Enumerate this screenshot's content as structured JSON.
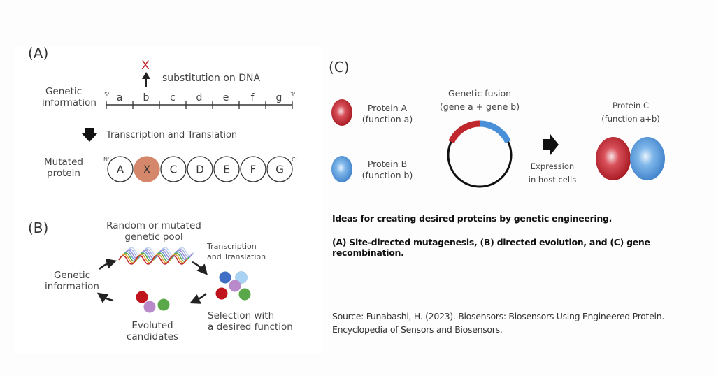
{
  "panel_a": {
    "label": "(A)",
    "mutation_mark": "X",
    "substitution_text": "substitution on DNA",
    "genetic_info_label": [
      "Genetic",
      "information"
    ],
    "five_prime": "5'",
    "three_prime": "3'",
    "genes": [
      "a",
      "b",
      "c",
      "d",
      "e",
      "f",
      "g"
    ],
    "transcription_text": "Transcription and Translation",
    "mutated_protein_label": [
      "Mutated",
      "protein"
    ],
    "n_term": "N'",
    "c_term": "C'",
    "residues": [
      "A",
      "X",
      "C",
      "D",
      "E",
      "F",
      "G"
    ],
    "mutated_index": 1,
    "mutated_color": "#d4876a"
  },
  "panel_b": {
    "label": "(B)",
    "pool_label": [
      "Random or mutated",
      "genetic pool"
    ],
    "transcription_label": [
      "Transcription",
      "and Translation"
    ],
    "genetic_info_label": [
      "Genetic",
      "information"
    ],
    "selection_label": [
      "Selection with",
      "a desired function"
    ],
    "evoluted_label": [
      "Evoluted",
      "candidates"
    ]
  },
  "panel_c": {
    "label": "(C)",
    "protein_a": [
      "Protein A",
      "(function a)"
    ],
    "protein_b": [
      "Protein B",
      "(function b)"
    ],
    "fusion_label": [
      "Genetic fusion",
      "(gene a + gene b)"
    ],
    "expression_label": [
      "Expression",
      "in host cells"
    ],
    "protein_c": [
      "Protein C",
      "(function a+b)"
    ],
    "red": "#c0272d",
    "blue": "#4a90d9"
  },
  "caption": {
    "title": "Ideas for creating desired proteins by genetic engineering.",
    "detail": "(A) Site-directed mutagenesis, (B) directed evolution, and (C) gene recombination."
  },
  "source": {
    "line1": "Source: Funabashi, H. (2023). Biosensors: Biosensors Using Engineered Protein.",
    "line2": "Encyclopedia of Sensors and Biosensors."
  }
}
